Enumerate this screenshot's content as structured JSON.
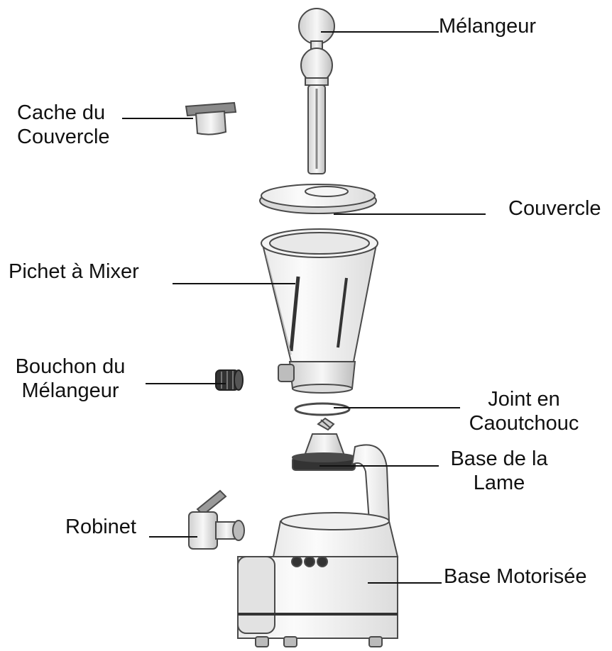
{
  "colors": {
    "ink": "#111111",
    "part_outline": "#4a4a4a",
    "part_fill": "#f2f2f2",
    "dark_part": "#333333"
  },
  "labels": {
    "melangeur": [
      "Mélangeur"
    ],
    "cache_couvercle": [
      "Cache du",
      "Couvercle"
    ],
    "couvercle": [
      "Couvercle"
    ],
    "pichet": [
      "Pichet à Mixer"
    ],
    "bouchon": [
      "Bouchon du",
      "Mélangeur"
    ],
    "joint": [
      "Joint en",
      "Caoutchouc"
    ],
    "base_lame": [
      "Base de la",
      "Lame"
    ],
    "robinet": [
      "Robinet"
    ],
    "base_motorisee": [
      "Base Motorisée"
    ]
  }
}
